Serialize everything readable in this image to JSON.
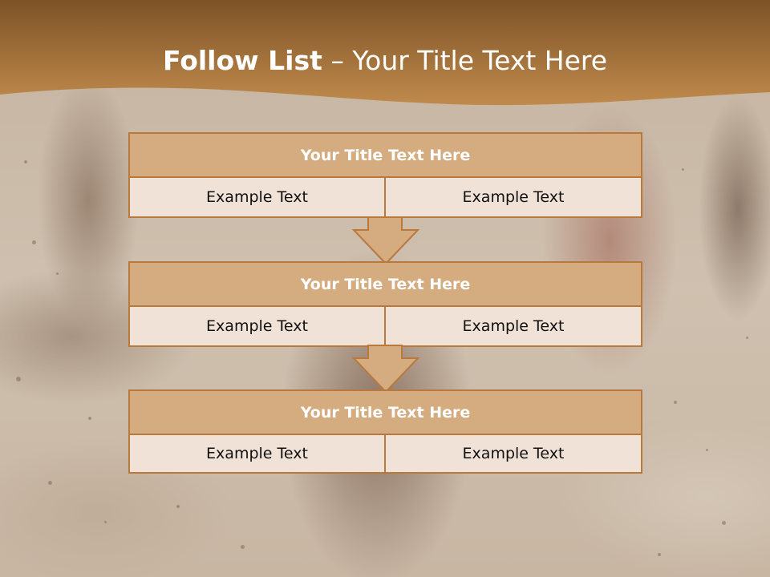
{
  "slide": {
    "title_bold": "Follow List",
    "title_rest": " – Your Title Text Here"
  },
  "blocks": [
    {
      "title": "Your Title Text Here",
      "left": "Example Text",
      "right": "Example Text"
    },
    {
      "title": "Your Title Text Here",
      "left": "Example Text",
      "right": "Example Text"
    },
    {
      "title": "Your Title Text Here",
      "left": "Example Text",
      "right": "Example Text"
    }
  ],
  "colors": {
    "header_dark": "#7d5327",
    "header_light": "#c08a4c",
    "block_title_fill": "#d5ab80",
    "block_border": "#b9793d",
    "cell_fill": "#f1e2d8"
  },
  "background": {
    "description_icon": "mud-run-photo-background"
  }
}
